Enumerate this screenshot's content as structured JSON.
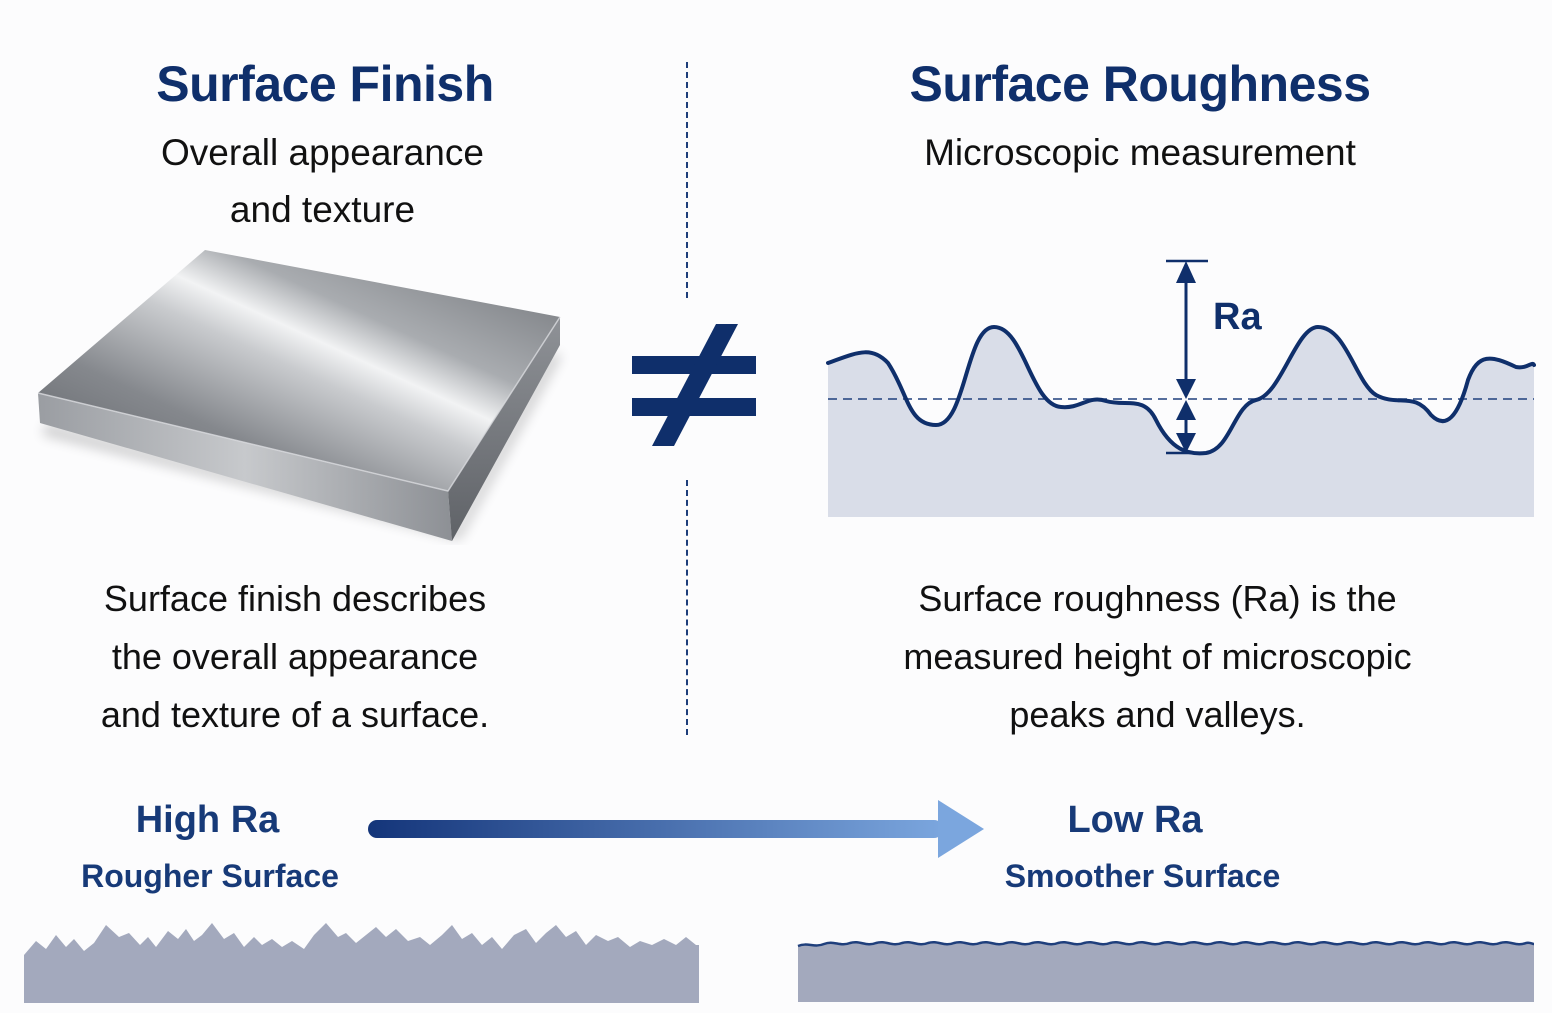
{
  "finish": {
    "title": "Surface Finish",
    "subtitle_line1": "Overall appearance",
    "subtitle_line2": "and texture",
    "desc_line1": "Surface finish describes",
    "desc_line2": "the overall appearance",
    "desc_line3": "and texture of a surface."
  },
  "roughness": {
    "title": "Surface Roughness",
    "subtitle": "Microscopic measurement",
    "ra_label": "Ra",
    "desc_line1": "Surface roughness (Ra) is the",
    "desc_line2": "measured height of microscopic",
    "desc_line3": "peaks and valleys."
  },
  "scale": {
    "high_title": "High Ra",
    "high_sub": "Rougher Surface",
    "low_title": "Low Ra",
    "low_sub": "Smoother Surface"
  },
  "colors": {
    "navy": "#0f2f6b",
    "profile_fill": "#d9dde8",
    "bottom_fill": "#a3a9bd",
    "arrow_start": "#14357a",
    "arrow_end": "#7ba6de"
  },
  "icons": {
    "not_equal": "not-equal-icon",
    "metal_plate": "metal-plate-icon"
  }
}
